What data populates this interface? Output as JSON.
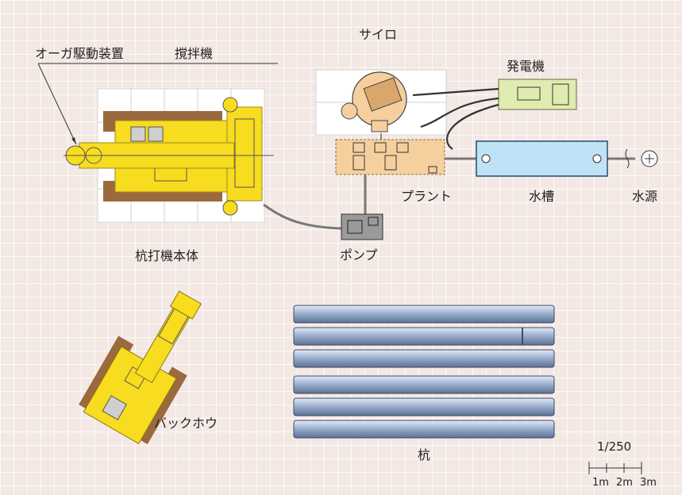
{
  "labels": {
    "auger": "オーガ駆動装置",
    "mixer": "撹拌機",
    "silo": "サイロ",
    "generator": "発電機",
    "plant": "プラント",
    "water_tank": "水槽",
    "water_source": "水源",
    "pile_driver": "杭打機本体",
    "pump": "ポンプ",
    "backhoe": "バックホウ",
    "piles": "杭"
  },
  "scale": {
    "ratio": "1/250",
    "ticks": [
      "1m",
      "2m",
      "3m"
    ]
  },
  "colors": {
    "background": "#f3e8e4",
    "grid": "#ffffff",
    "machine_yellow": "#f7dc20",
    "track_brown": "#9a6a3e",
    "plant_orange": "#f6cf9e",
    "generator_green": "#e0ebb0",
    "tank_blue": "#bfe2f6",
    "pipe_blue": "#8fa7c8",
    "pump_gray": "#9a9a9a"
  }
}
